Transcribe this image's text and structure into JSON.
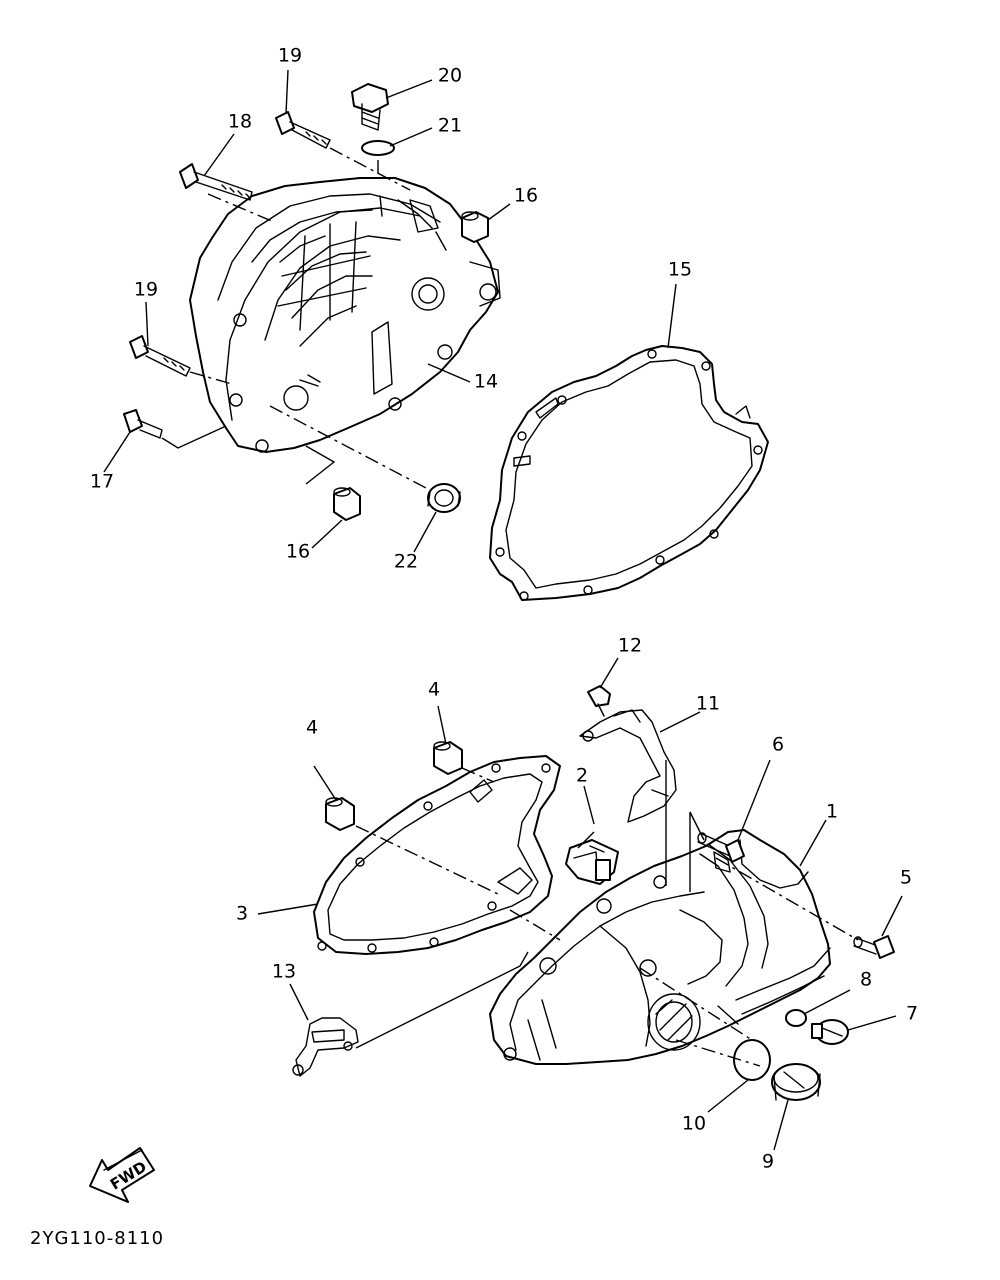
{
  "diagram": {
    "ref_code": "2YG110-8110",
    "fwd_label": "FWD",
    "callouts": [
      {
        "id": "c1",
        "text": "1"
      },
      {
        "id": "c2",
        "text": "2"
      },
      {
        "id": "c3",
        "text": "3"
      },
      {
        "id": "c4a",
        "text": "4"
      },
      {
        "id": "c4b",
        "text": "4"
      },
      {
        "id": "c5",
        "text": "5"
      },
      {
        "id": "c6",
        "text": "6"
      },
      {
        "id": "c7",
        "text": "7"
      },
      {
        "id": "c8",
        "text": "8"
      },
      {
        "id": "c9",
        "text": "9"
      },
      {
        "id": "c10",
        "text": "10"
      },
      {
        "id": "c11",
        "text": "11"
      },
      {
        "id": "c12",
        "text": "12"
      },
      {
        "id": "c13",
        "text": "13"
      },
      {
        "id": "c14",
        "text": "14"
      },
      {
        "id": "c15",
        "text": "15"
      },
      {
        "id": "c16a",
        "text": "16"
      },
      {
        "id": "c16b",
        "text": "16"
      },
      {
        "id": "c17",
        "text": "17"
      },
      {
        "id": "c18",
        "text": "18"
      },
      {
        "id": "c19a",
        "text": "19"
      },
      {
        "id": "c19b",
        "text": "19"
      },
      {
        "id": "c20",
        "text": "20"
      },
      {
        "id": "c21",
        "text": "21"
      },
      {
        "id": "c22",
        "text": "22"
      }
    ]
  }
}
